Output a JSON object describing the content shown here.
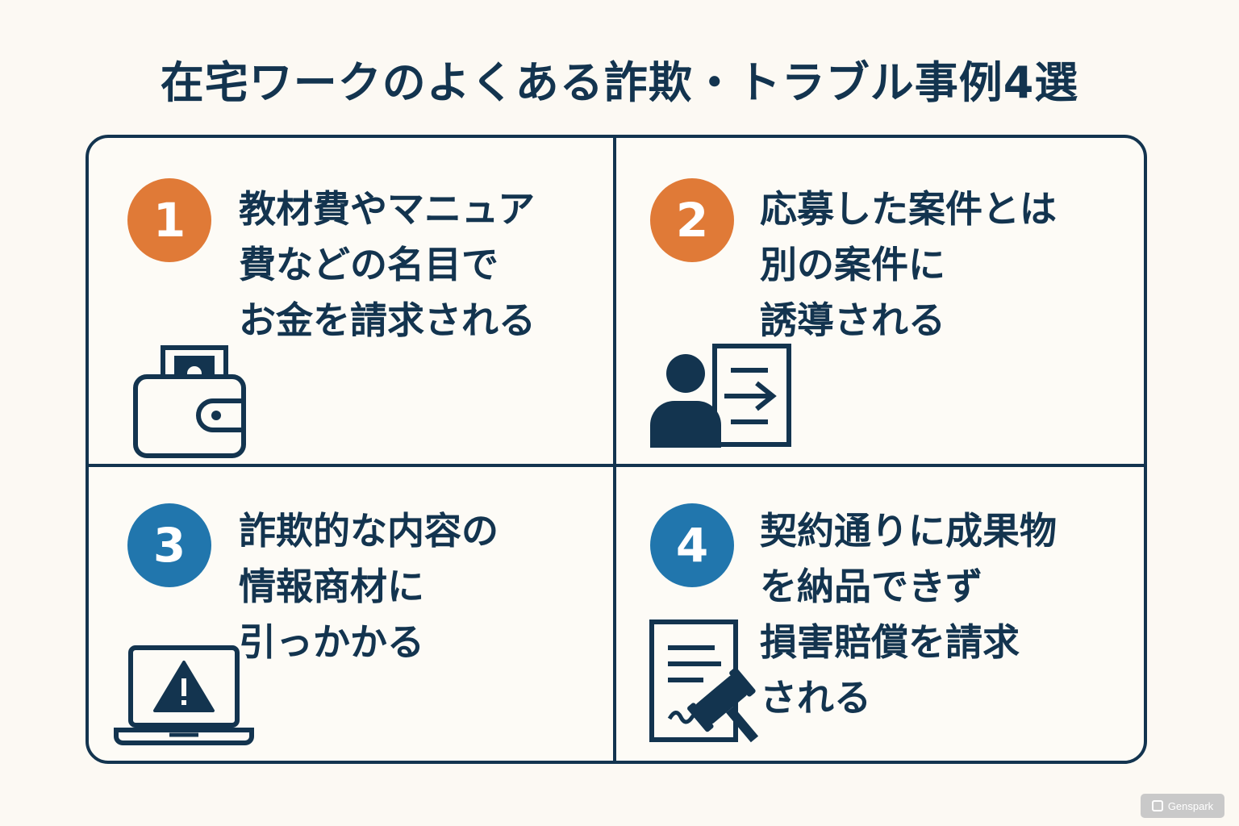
{
  "title": "在宅ワークのよくある詐欺・トラブル事例4選",
  "cases": [
    {
      "number": "1",
      "lines": [
        "教材費やマニュア",
        "費などの名目で",
        "お金を請求される"
      ],
      "icon": "wallet-cash-icon",
      "color": "#e07a37"
    },
    {
      "number": "2",
      "lines": [
        "応募した案件とは",
        "別の案件に",
        "誘導される"
      ],
      "icon": "person-redirect-document-icon",
      "color": "#e07a37"
    },
    {
      "number": "3",
      "lines": [
        "詐欺的な内容の",
        "情報商材に",
        "引っかかる"
      ],
      "icon": "laptop-warning-icon",
      "color": "#2176ad"
    },
    {
      "number": "4",
      "lines": [
        "契約通りに成果物",
        "を納品できず",
        "損害賠償を請求",
        "される"
      ],
      "icon": "contract-gavel-icon",
      "color": "#2176ad"
    }
  ],
  "watermark": "Genspark"
}
